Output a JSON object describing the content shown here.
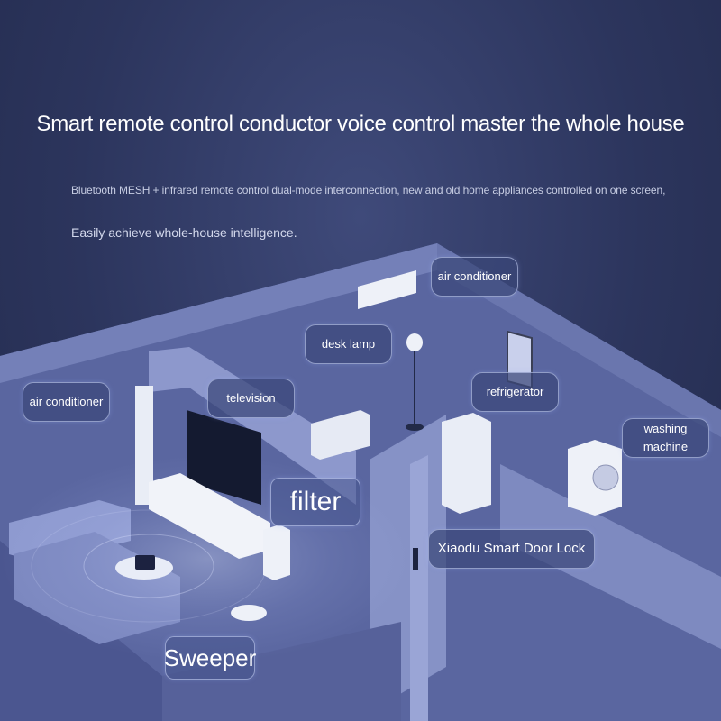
{
  "headline": "Smart remote control conductor voice control master the whole house",
  "subline_1": "Bluetooth MESH + infrared remote control dual-mode interconnection, new and old home appliances controlled on one screen,",
  "subline_2": "Easily achieve whole-house intelligence.",
  "labels": {
    "air_conditioner_wall": "air conditioner",
    "desk_lamp": "desk lamp",
    "air_conditioner_tower": "air conditioner",
    "television": "television",
    "refrigerator": "refrigerator",
    "washing_machine": "washing machine",
    "filter": "filter",
    "door_lock": "Xiaodu Smart Door Lock",
    "sweeper": "Sweeper"
  }
}
